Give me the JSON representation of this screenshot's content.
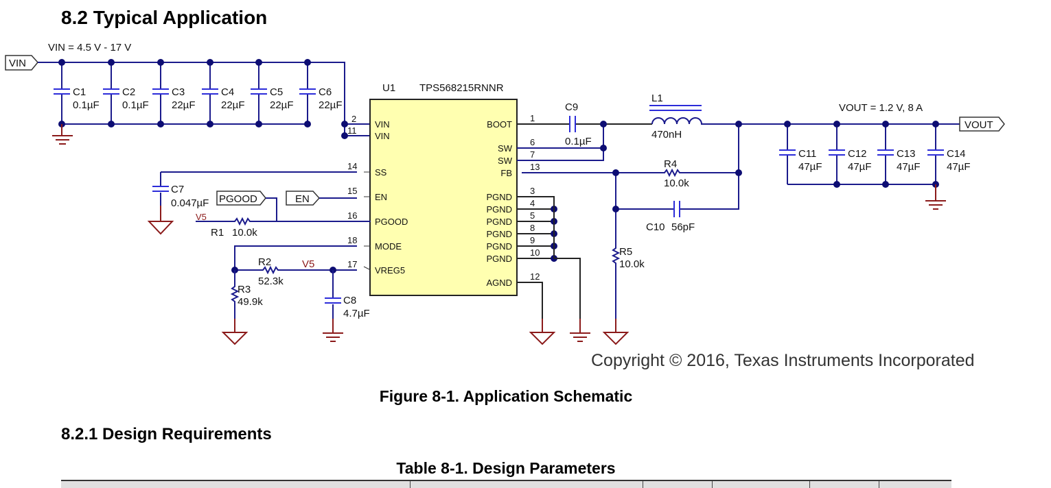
{
  "section_title": "8.2 Typical Application",
  "schematic": {
    "vin_port": "VIN",
    "vin_range": "VIN = 4.5 V - 17 V",
    "vout_port": "VOUT",
    "vout_spec": "VOUT = 1.2 V, 8 A",
    "ic": {
      "ref": "U1",
      "part": "TPS568215RNNR",
      "left_pins": [
        {
          "num": "2",
          "name": "VIN"
        },
        {
          "num": "11",
          "name": "VIN"
        },
        {
          "num": "14",
          "name": "SS"
        },
        {
          "num": "15",
          "name": "EN"
        },
        {
          "num": "16",
          "name": "PGOOD"
        },
        {
          "num": "18",
          "name": "MODE"
        },
        {
          "num": "17",
          "name": "VREG5"
        }
      ],
      "right_pins": [
        {
          "num": "1",
          "name": "BOOT"
        },
        {
          "num": "6",
          "name": "SW"
        },
        {
          "num": "7",
          "name": "SW"
        },
        {
          "num": "13",
          "name": "FB"
        },
        {
          "num": "3",
          "name": "PGND"
        },
        {
          "num": "4",
          "name": "PGND"
        },
        {
          "num": "5",
          "name": "PGND"
        },
        {
          "num": "8",
          "name": "PGND"
        },
        {
          "num": "9",
          "name": "PGND"
        },
        {
          "num": "10",
          "name": "PGND"
        },
        {
          "num": "12",
          "name": "AGND"
        }
      ]
    },
    "input_caps": [
      {
        "ref": "C1",
        "value": "0.1µF"
      },
      {
        "ref": "C2",
        "value": "0.1µF"
      },
      {
        "ref": "C3",
        "value": "22µF"
      },
      {
        "ref": "C4",
        "value": "22µF"
      },
      {
        "ref": "C5",
        "value": "22µF"
      },
      {
        "ref": "C6",
        "value": "22µF"
      }
    ],
    "output_caps": [
      {
        "ref": "C11",
        "value": "47µF"
      },
      {
        "ref": "C12",
        "value": "47µF"
      },
      {
        "ref": "C13",
        "value": "47µF"
      },
      {
        "ref": "C14",
        "value": "47µF"
      }
    ],
    "c7": {
      "ref": "C7",
      "value": "0.047µF"
    },
    "c8": {
      "ref": "C8",
      "value": "4.7µF"
    },
    "c9": {
      "ref": "C9",
      "value": "0.1µF"
    },
    "c10": {
      "ref": "C10",
      "value": "56pF"
    },
    "l1": {
      "ref": "L1",
      "value": "470nH"
    },
    "r1": {
      "ref": "R1",
      "value": "10.0k"
    },
    "r2": {
      "ref": "R2",
      "value": "52.3k"
    },
    "r3": {
      "ref": "R3",
      "value": "49.9k"
    },
    "r4": {
      "ref": "R4",
      "value": "10.0k"
    },
    "r5": {
      "ref": "R5",
      "value": "10.0k"
    },
    "pgood_port": "PGOOD",
    "en_port": "EN",
    "v5_label": "V5"
  },
  "copyright": "Copyright © 2016, Texas Instruments Incorporated",
  "figure_caption": "Figure 8-1. Application Schematic",
  "subsection_title": "8.2.1 Design Requirements",
  "table_caption": "Table 8-1. Design Parameters"
}
